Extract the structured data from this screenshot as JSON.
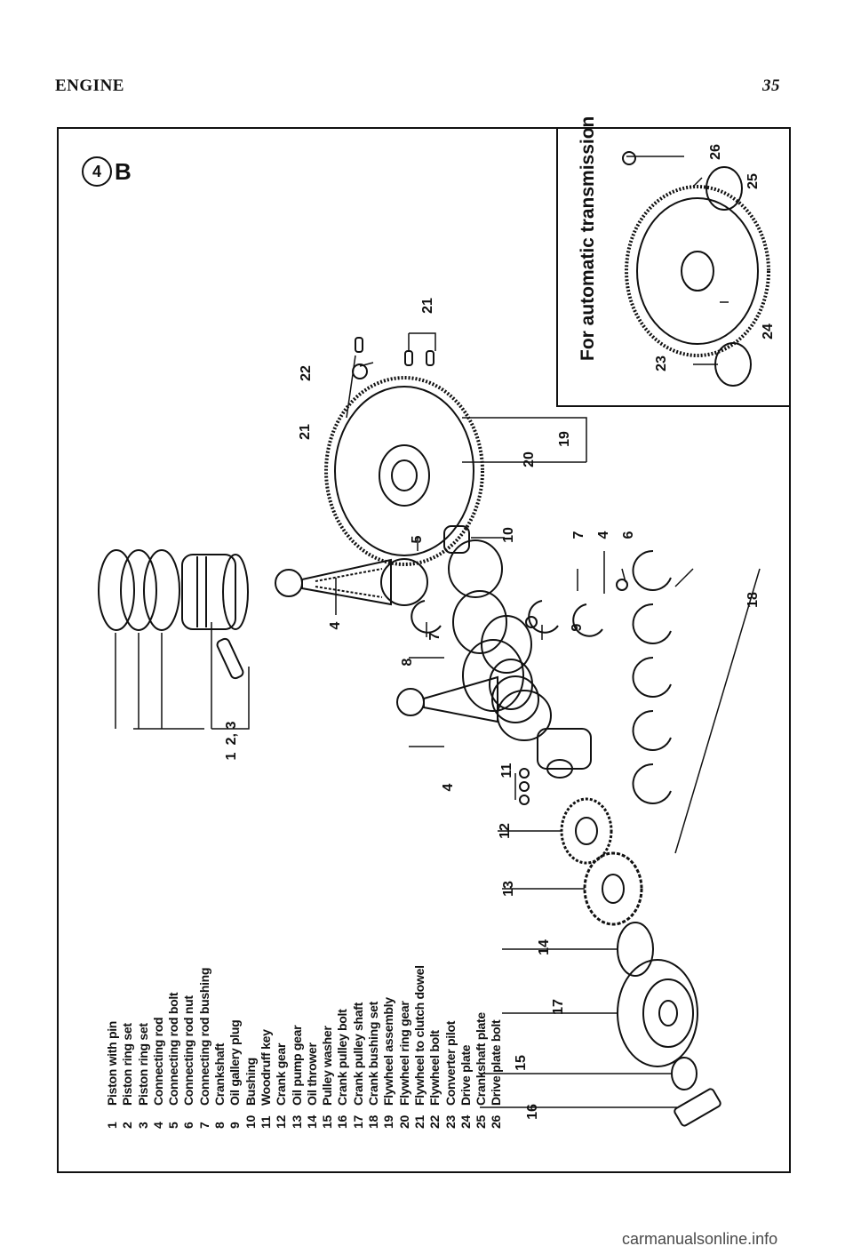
{
  "page": {
    "section": "ENGINE",
    "page_number": "35"
  },
  "figure": {
    "circle_number": "4",
    "letter": "B",
    "inset_label": "For automatic transmission"
  },
  "legend": [
    {
      "num": "1",
      "text": "Piston with pin"
    },
    {
      "num": "2",
      "text": "Piston ring set"
    },
    {
      "num": "3",
      "text": "Piston ring set"
    },
    {
      "num": "4",
      "text": "Connecting rod"
    },
    {
      "num": "5",
      "text": "Connecting rod bolt"
    },
    {
      "num": "6",
      "text": "Connecting rod nut"
    },
    {
      "num": "7",
      "text": "Connecting rod bushing"
    },
    {
      "num": "8",
      "text": "Crankshaft"
    },
    {
      "num": "9",
      "text": "Oil gallery plug"
    },
    {
      "num": "10",
      "text": "Bushing"
    },
    {
      "num": "11",
      "text": "Woodruff key"
    },
    {
      "num": "12",
      "text": "Crank gear"
    },
    {
      "num": "13",
      "text": "Oil pump gear"
    },
    {
      "num": "14",
      "text": "Oil thrower"
    },
    {
      "num": "15",
      "text": "Pulley washer"
    },
    {
      "num": "16",
      "text": "Crank pulley bolt"
    },
    {
      "num": "17",
      "text": "Crank pulley shaft"
    },
    {
      "num": "18",
      "text": "Crank bushing set"
    },
    {
      "num": "19",
      "text": "Flywheel assembly"
    },
    {
      "num": "20",
      "text": "Flywheel ring gear"
    },
    {
      "num": "21",
      "text": "Flywheel to clutch dowel"
    },
    {
      "num": "22",
      "text": "Flywheel bolt"
    },
    {
      "num": "23",
      "text": "Converter pilot"
    },
    {
      "num": "24",
      "text": "Drive plate"
    },
    {
      "num": "25",
      "text": "Crankshaft plate"
    },
    {
      "num": "26",
      "text": "Drive plate bolt"
    }
  ],
  "callouts": {
    "c1": "1",
    "c23": "2, 3",
    "c4a": "4",
    "c4b": "4",
    "c4c": "4",
    "c5": "5",
    "c6": "6",
    "c7a": "7",
    "c7b": "7",
    "c8": "8",
    "c9": "9",
    "c10": "10",
    "c11": "11",
    "c12": "12",
    "c13": "13",
    "c14": "14",
    "c15": "15",
    "c16": "16",
    "c17": "17",
    "c18": "18",
    "c19": "19",
    "c20": "20",
    "c21a": "21",
    "c21b": "21",
    "c22": "22",
    "c23b": "23",
    "c24": "24",
    "c25": "25",
    "c26": "26"
  },
  "footer": {
    "watermark": "carmanualsonline.info"
  }
}
